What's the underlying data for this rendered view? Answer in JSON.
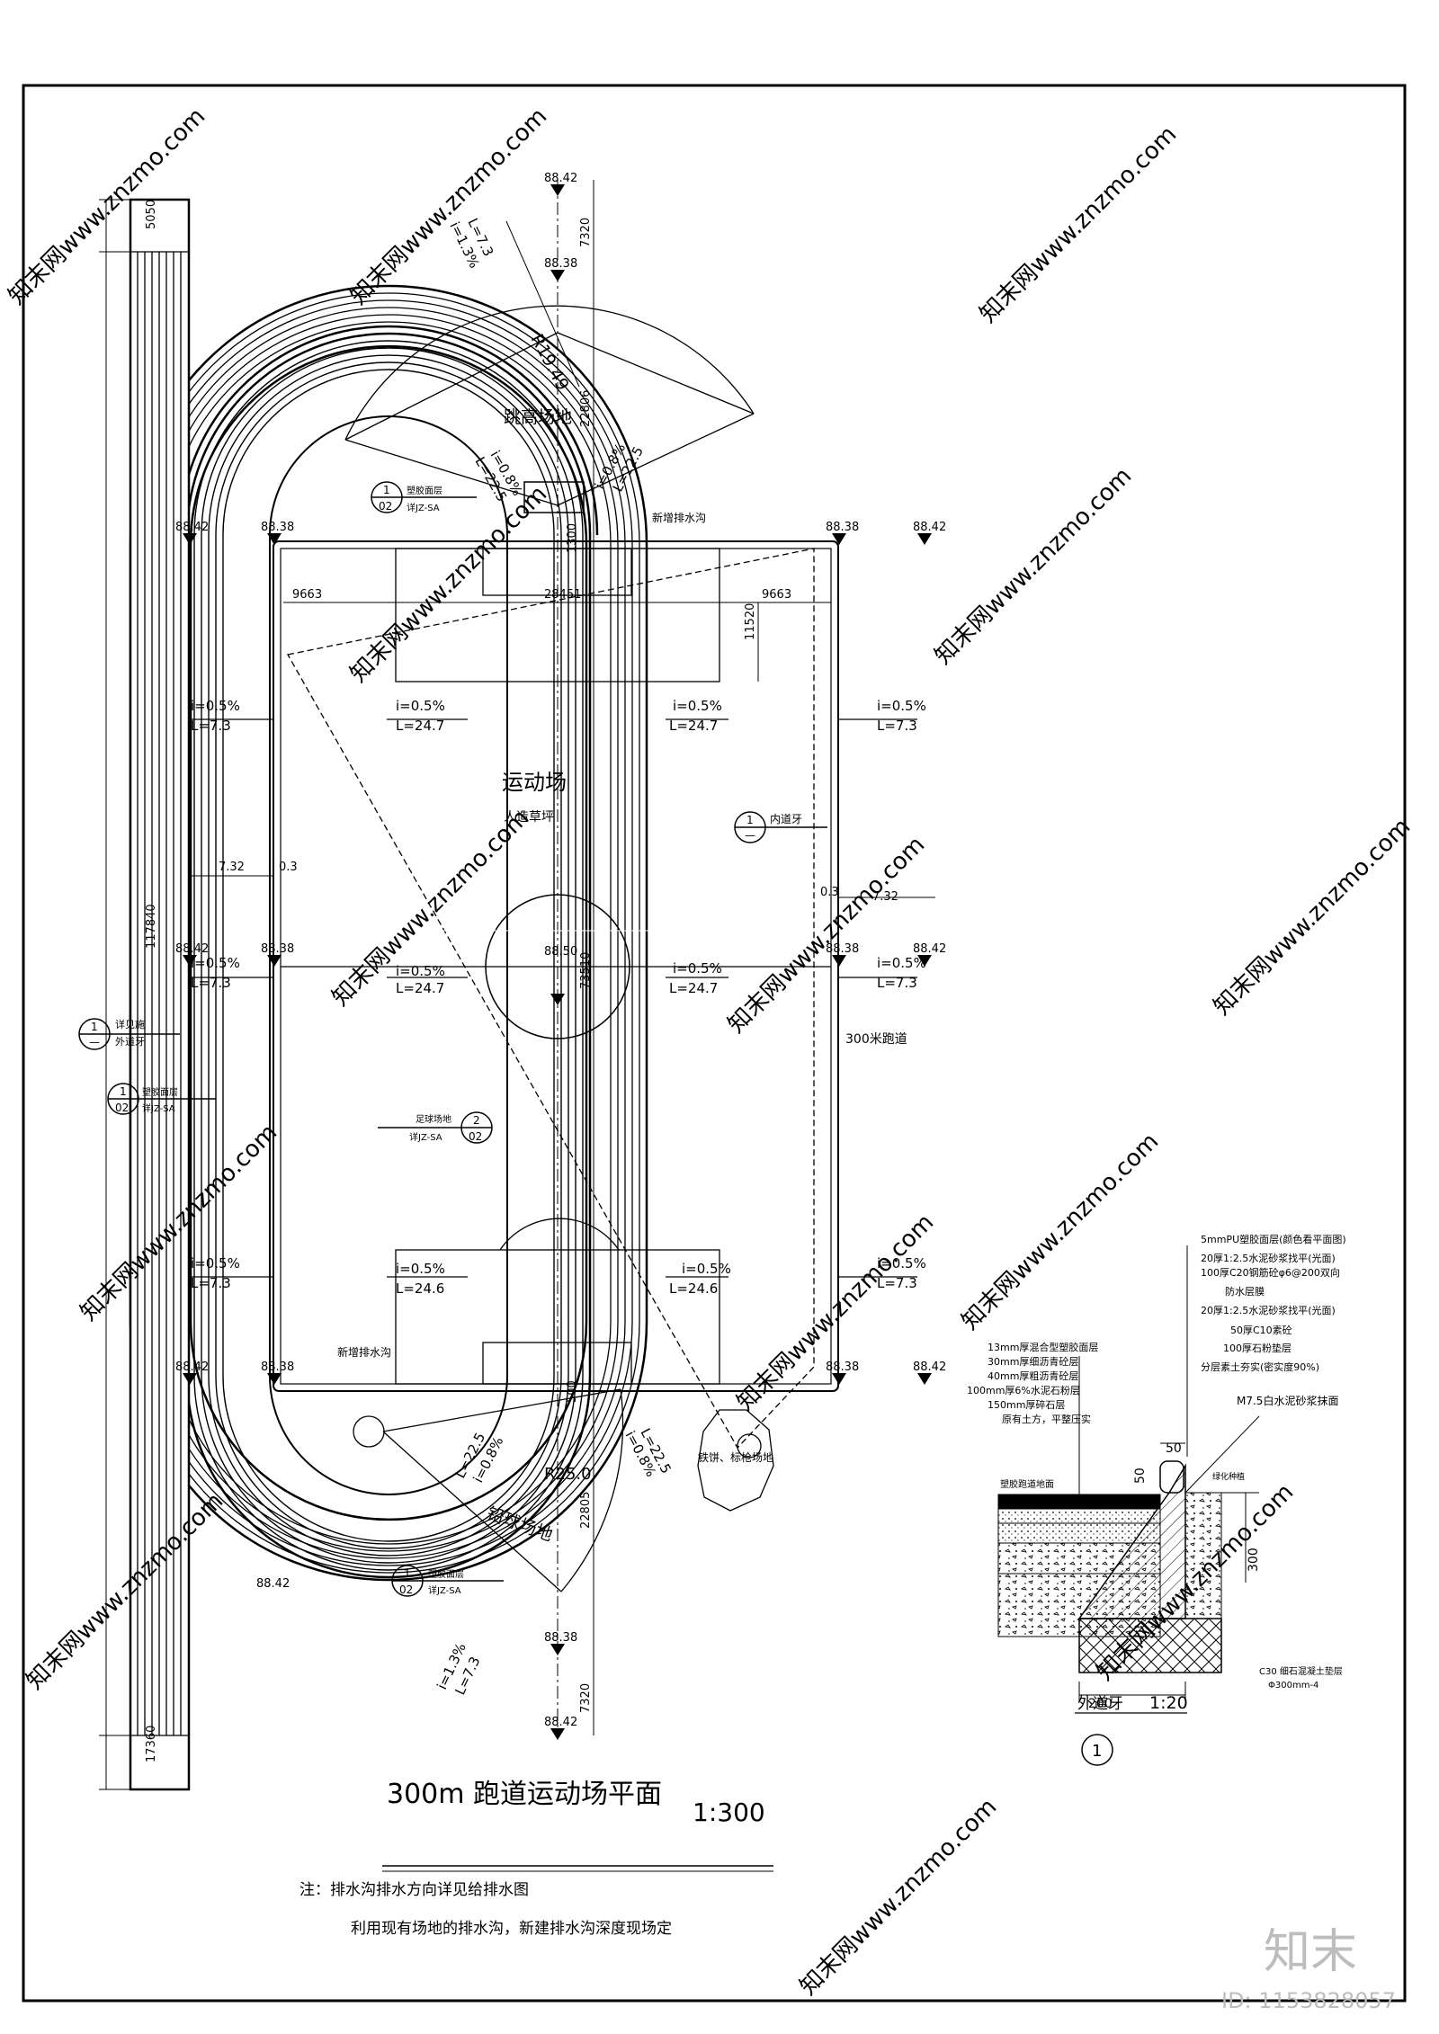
{
  "title": {
    "text": "300m 跑道运动场平面",
    "scale": "1:300"
  },
  "notes": {
    "line1": "注：排水沟排水方向详见给排水图",
    "line2": "利用现有场地的排水沟，新建排水沟深度现场定"
  },
  "elevations": {
    "e1": "88.42",
    "e2": "88.38",
    "e3": "88.50"
  },
  "dims": {
    "left_top": "5050",
    "left_total": "117840",
    "left_bottom": "17360",
    "vertical_1": "22806",
    "vertical_2": "22805",
    "vertical_3": "7320",
    "vertical_4": "73510",
    "field_w": "28451",
    "side_1": "9663",
    "side_2": "9663",
    "box": "11520",
    "offset_1": "7.32",
    "offset_2": "0.3",
    "sec_300": "300",
    "sec_500": "500",
    "sec_1300": "1300"
  },
  "slopes": {
    "i05": "i=0.5%",
    "L73": "L=7.3",
    "L247": "L=24.7",
    "L246": "L=24.6",
    "i13": "i=1.3%",
    "L73b": "L=7.3",
    "i08": "i=0.8%",
    "L225": "L=22.5"
  },
  "labels": {
    "high_jump": "跳高场地",
    "field": "运动场",
    "turf": "人造草坪",
    "shot_put": "铅球场地",
    "long_throw": "铁饼、标枪场地",
    "new_drain": "新增排水沟",
    "new_drain2": "新增排水沟",
    "track_300": "300米跑道",
    "inner_curb": "内道牙",
    "outer_curb": "外道牙",
    "detail_see": "详见施",
    "r1": "R19.49",
    "r2": "R25.0"
  },
  "callouts": {
    "c1_top": "1",
    "c1_bot": "02",
    "c1_t1": "塑胶面层",
    "c1_t2": "详JZ-SA",
    "c2_top": "2",
    "c2_bot": "02",
    "c2_t1": "足球场地",
    "c2_t2": "详JZ-SA",
    "c3_top": "1",
    "c3_bot": "—"
  },
  "detail": {
    "title": "外道牙",
    "scale": "1:20",
    "num": "1",
    "layers_right": [
      "5mmPU塑胶面层(颜色看平面图)",
      "20厚1:2.5水泥砂浆找平(光面)",
      "100厚C20钢筋砼φ6@200双向",
      "防水层膜",
      "20厚1:2.5水泥砂浆找平(光面)",
      "50厚C10素砼",
      "100厚石粉垫层",
      "分层素土夯实(密实度90%)"
    ],
    "layers_left": [
      "13mm厚混合型塑胶面层",
      "30mm厚细沥青砼层",
      "40mm厚粗沥青砼层",
      "100mm厚6%水泥石粉层",
      "150mm厚碎石层",
      "原有土方，平整压实"
    ],
    "mortar": "M7.5白水泥砂浆抹面",
    "surface": "塑胶跑道地面",
    "plant": "绿化种植",
    "d50a": "50",
    "d50b": "50",
    "d300": "300",
    "d200": "200",
    "concrete": "C30 细石混凝土垫层",
    "concrete2": "Φ300mm-4"
  },
  "watermark": {
    "logo": "知末",
    "id": "ID: 1153828057",
    "site": "知末网www.znzmo.com"
  }
}
